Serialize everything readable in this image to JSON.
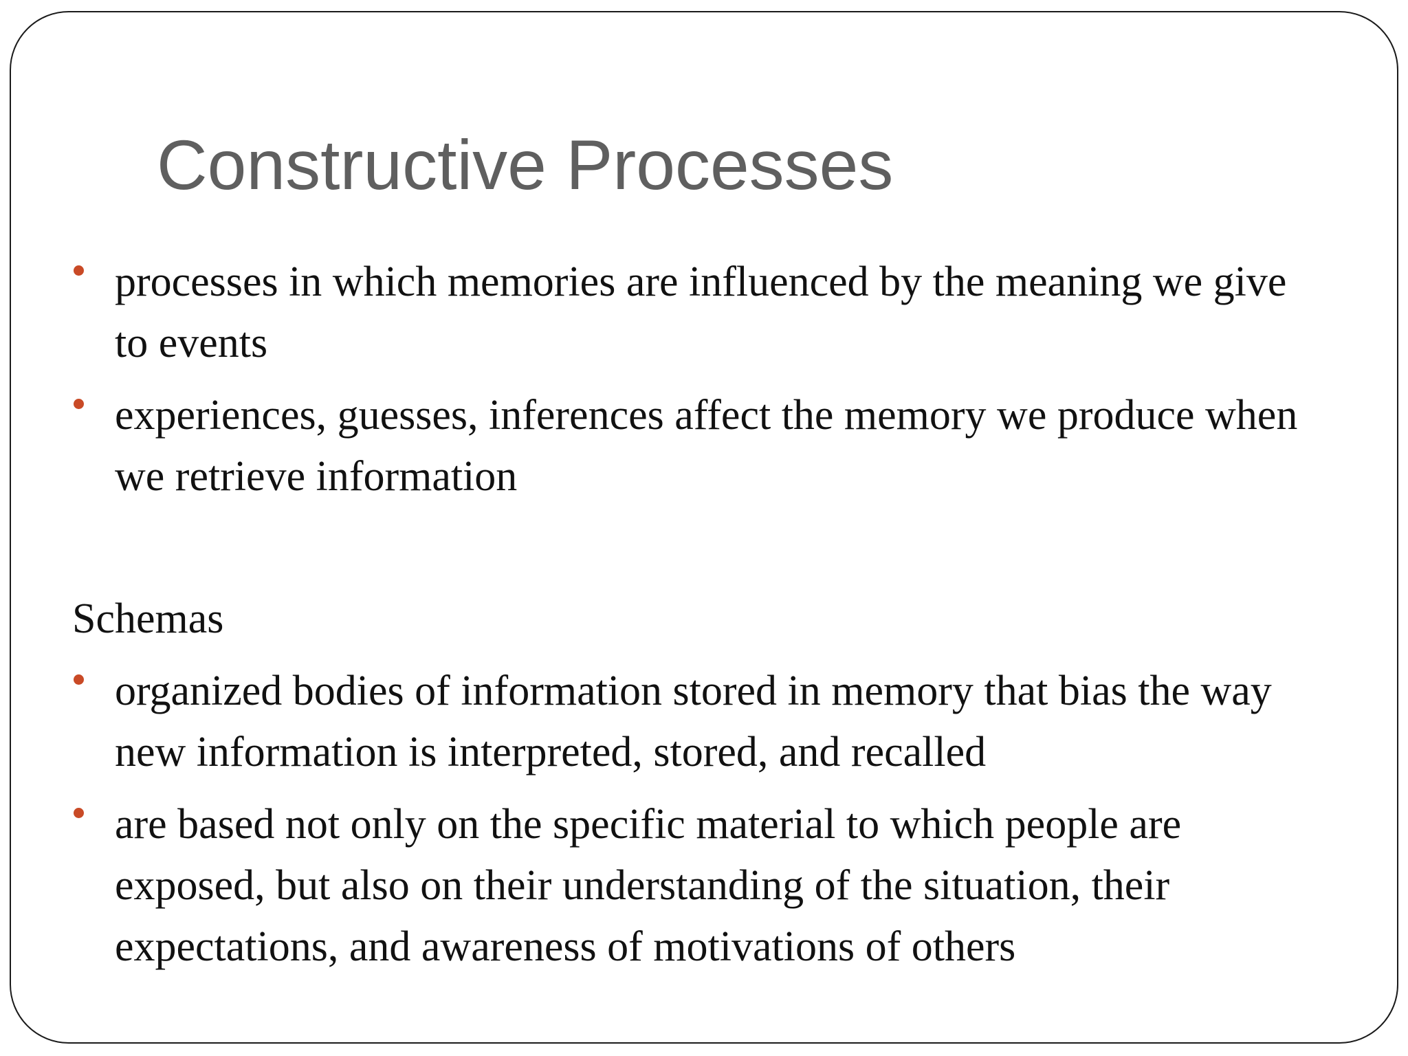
{
  "slide": {
    "title": "Constructive Processes",
    "bullet_color": "#c94a26",
    "section1": {
      "bullets": [
        "processes in which memories are influenced by the meaning we give to events",
        "experiences, guesses, inferences affect the memory we produce when we retrieve information"
      ]
    },
    "section2": {
      "heading": "Schemas",
      "bullets": [
        "organized bodies of information stored in memory that bias the way new information is interpreted, stored, and recalled",
        "are based not only on the specific material to which people are exposed, but also on their understanding of the situation, their expectations, and awareness of motivations of others"
      ]
    }
  }
}
